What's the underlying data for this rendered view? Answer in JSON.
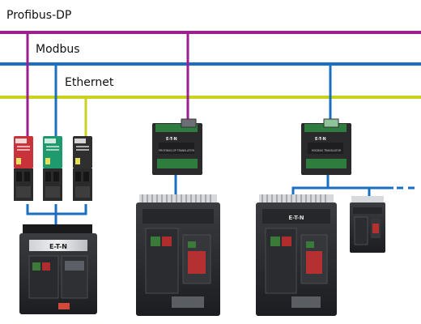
{
  "buses": {
    "profibus": {
      "label": "Profibus-DP",
      "color": "#9b1f8f"
    },
    "modbus": {
      "label": "Modbus",
      "color": "#1b6fc2"
    },
    "ethernet": {
      "label": "Ethernet",
      "color": "#c8d21f"
    }
  },
  "device_link_color": "#1b6fc2",
  "brand": "E-T-N",
  "translators": {
    "profibus": {
      "caption": "PROFIBUS-DP TRANSLATOR"
    },
    "modbus": {
      "caption": "MODBUS TRANSLATOR"
    }
  },
  "modules": {
    "colors": [
      "#c8323a",
      "#1f9a6e",
      "#2f2f2f"
    ]
  }
}
